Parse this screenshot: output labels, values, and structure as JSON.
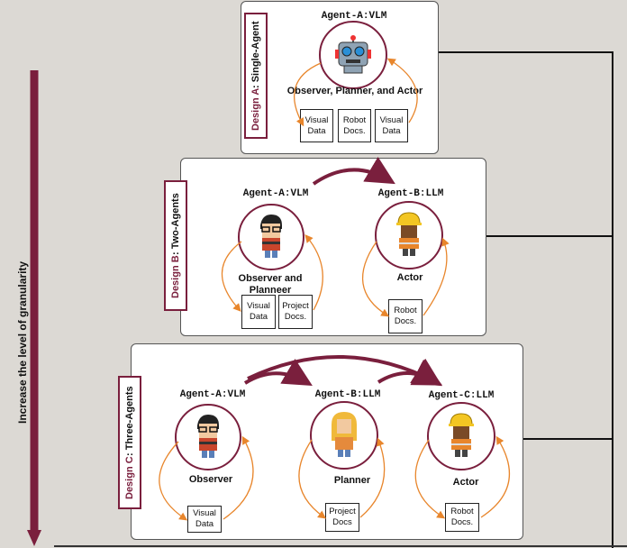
{
  "side_label": "Increase the level of granularity",
  "designs": {
    "a": {
      "label_prefix": "Design A",
      "label_suffix": ": Single-Agent",
      "agents": [
        {
          "title": "Agent-A:VLM",
          "role": "Observer, Planner, and Actor",
          "icon": "robot-icon"
        }
      ],
      "docs": [
        "Visual\nData",
        "Robot\nDocs.",
        "Visual\nData"
      ]
    },
    "b": {
      "label_prefix": "Design B",
      "label_suffix": ": Two-Agents",
      "agents": [
        {
          "title": "Agent-A:VLM",
          "role": "Observer and\nPlanneer",
          "icon": "boy-with-glasses-icon"
        },
        {
          "title": "Agent-B:LLM",
          "role": "Actor",
          "icon": "construction-worker-icon"
        }
      ],
      "docs": [
        "Visual\nData",
        "Project\nDocs.",
        "Robot\nDocs."
      ]
    },
    "c": {
      "label_prefix": "Design C",
      "label_suffix": ": Three-Agents",
      "agents": [
        {
          "title": "Agent-A:VLM",
          "role": "Observer",
          "icon": "boy-with-glasses-icon"
        },
        {
          "title": "Agent-B:LLM",
          "role": "Planner",
          "icon": "woman-blonde-icon"
        },
        {
          "title": "Agent-C:LLM",
          "role": "Actor",
          "icon": "construction-worker-icon"
        }
      ],
      "docs": [
        "Visual\nData",
        "Project\nDocs",
        "Robot\nDocs."
      ]
    }
  },
  "colors": {
    "accent": "#7a1f3d",
    "loop_arrow": "#e8862c",
    "background": "#dcd9d4"
  }
}
